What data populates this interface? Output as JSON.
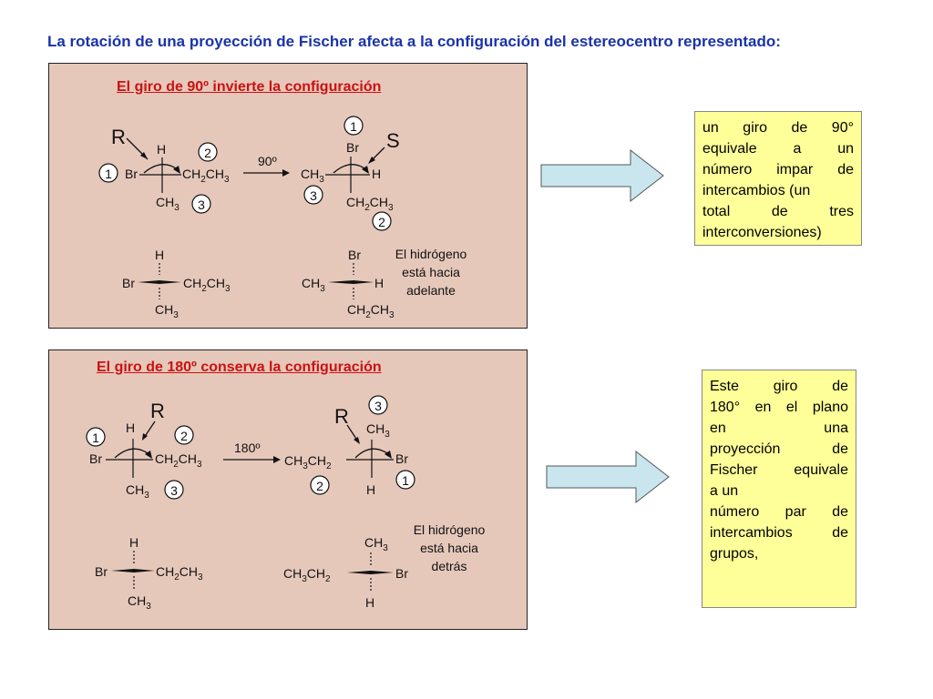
{
  "title": "La rotación de una proyección de Fischer afecta a la configuración del estereocentro representado:",
  "panel1": {
    "heading": "El giro de 90º invierte la configuración",
    "r_label": "R",
    "s_label": "S",
    "arrow_label": "90º",
    "left": {
      "top": "H",
      "left": "Br",
      "right": "CH2CH3",
      "bottom": "CH3"
    },
    "right": {
      "top": "Br",
      "left": "CH3",
      "right": "H",
      "bottom": "CH2CH3"
    },
    "prio_left": [
      "1",
      "2",
      "3"
    ],
    "prio_right": [
      "1",
      "3",
      "2"
    ],
    "note_lines": [
      "El hidrógeno",
      "está hacia",
      "adelante"
    ],
    "wedge_left": {
      "top": "H",
      "left": "Br",
      "right": "CH2CH3",
      "bottom": "CH3"
    },
    "wedge_right": {
      "top": "Br",
      "left": "CH3",
      "right": "H",
      "bottom": "CH2CH3"
    }
  },
  "panel2": {
    "heading": "El giro de 180º conserva la configuración",
    "r_label": "R",
    "r_label2": "R",
    "arrow_label": "180º",
    "left": {
      "top": "H",
      "left": "Br",
      "right": "CH2CH3",
      "bottom": "CH3"
    },
    "right": {
      "top": "CH3",
      "left": "CH3CH2",
      "right": "Br",
      "bottom": "H"
    },
    "prio_left": [
      "1",
      "2",
      "3"
    ],
    "prio_right": [
      "3",
      "2",
      "1"
    ],
    "note_lines": [
      "El hidrógeno",
      "está hacia",
      "detrás"
    ],
    "wedge_left": {
      "top": "H",
      "left": "Br",
      "right": "CH2CH3",
      "bottom": "CH3"
    },
    "wedge_right": {
      "top": "CH3",
      "left": "CH3CH2",
      "right": "Br",
      "bottom": "H"
    }
  },
  "note1": [
    "un giro de 90°",
    "equivale a un",
    "número impar de",
    "intercambios (un",
    "total de tres",
    "interconversiones)"
  ],
  "note2": [
    "Este giro de",
    "180° en el plano",
    "en una",
    "proyección de",
    "Fischer equivale",
    "a un",
    "número par de",
    "intercambios de",
    "grupos,"
  ],
  "colors": {
    "title": "#1a33a8",
    "heading": "#cc1111",
    "panel": "#e6c8bb",
    "note": "#ffff99",
    "arrow": "#c9e6ef"
  }
}
